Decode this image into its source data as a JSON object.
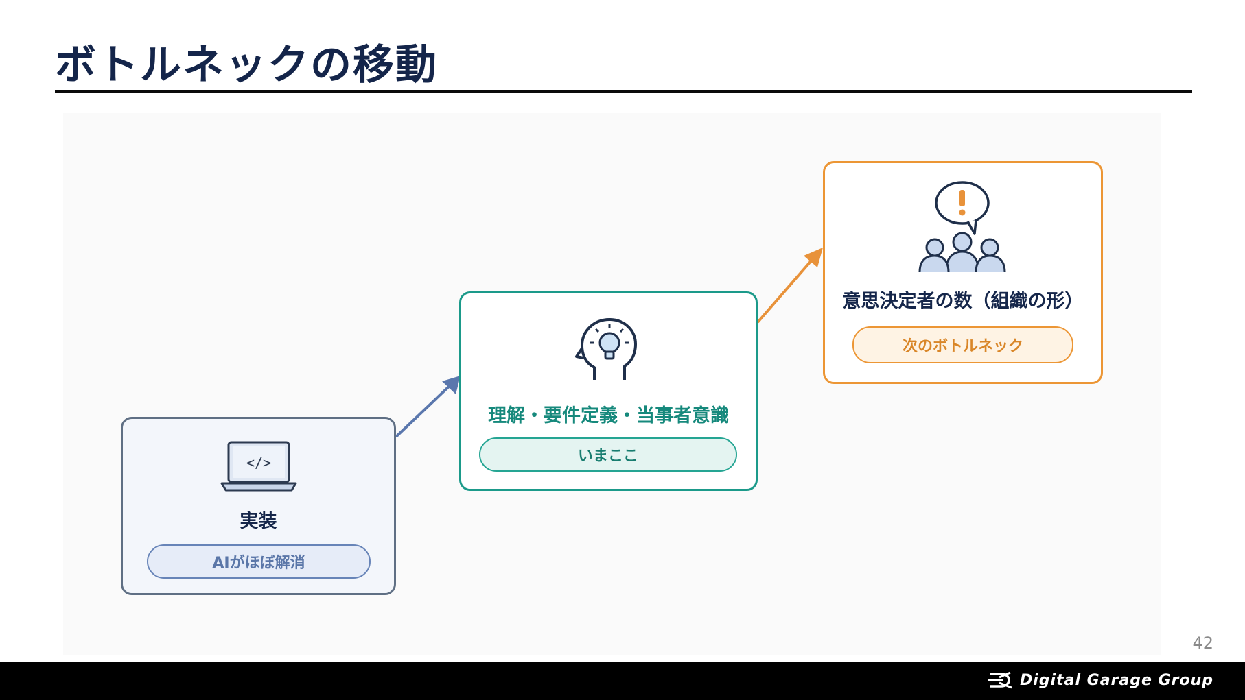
{
  "slide": {
    "title": "ボトルネックの移動",
    "page_number": "42"
  },
  "stages": [
    {
      "label": "実装",
      "status": "AIがほぼ解消",
      "icon": "laptop-code-icon"
    },
    {
      "label": "理解・要件定義・当事者意識",
      "status": "いまここ",
      "icon": "head-lightbulb-icon"
    },
    {
      "label": "意思決定者の数（組織の形）",
      "status": "次のボトルネック",
      "icon": "people-alert-icon"
    }
  ],
  "colors": {
    "title": "#14254a",
    "stage1": "#5f6f84",
    "stage2": "#1b9a8a",
    "stage3": "#ec9635"
  },
  "footer": {
    "brand": "Digital Garage Group"
  }
}
